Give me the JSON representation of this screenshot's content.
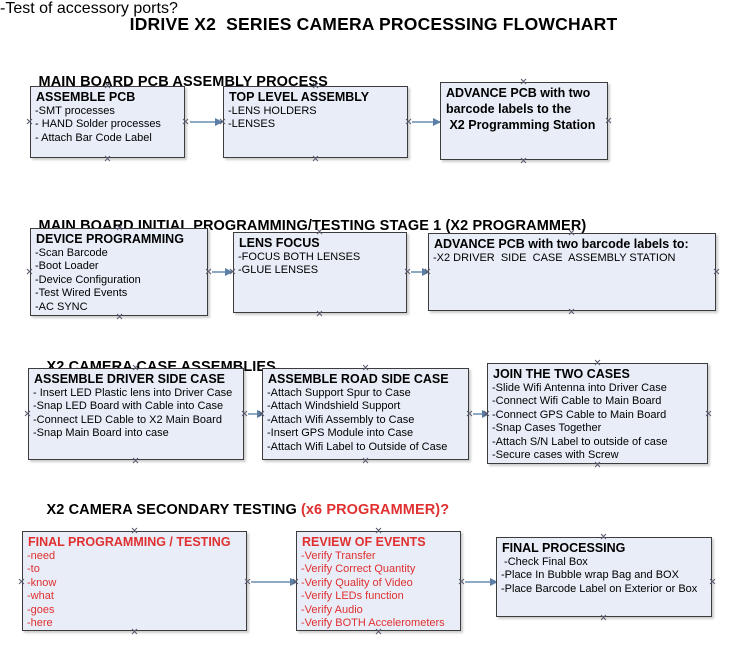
{
  "title": "IDRIVE X2  SERIES CAMERA PROCESSING FLOWCHART",
  "colors": {
    "box_fill": "#e8edf7",
    "box_border": "#3c3c3c",
    "arrow": "#8ea9c4",
    "red_text": "#e03030",
    "black_text": "#000000"
  },
  "sections": [
    {
      "header": "MAIN BOARD PCB ASSEMBLY PROCESS",
      "header_accent": "",
      "boxes": [
        {
          "title": "ASSEMBLE PCB",
          "lines": [
            "-SMT processes",
            "- HAND Solder processes",
            "- Attach Bar Code Label"
          ]
        },
        {
          "title": "TOP LEVEL ASSEMBLY",
          "lines": [
            "-LENS HOLDERS",
            "-LENSES"
          ]
        },
        {
          "title": "ADVANCE PCB with two",
          "lines": [
            "barcode labels to the",
            " X2 Programming Station"
          ]
        }
      ]
    },
    {
      "header": "MAIN BOARD INITIAL PROGRAMMING/TESTING STAGE 1 (X2 PROGRAMMER)",
      "header_accent": "",
      "boxes": [
        {
          "title": "DEVICE PROGRAMMING",
          "lines": [
            "-Scan Barcode",
            "-Boot Loader",
            "-Device Configuration",
            "-Test Wired Events",
            "-AC SYNC"
          ]
        },
        {
          "title": "LENS FOCUS",
          "lines": [
            "-FOCUS BOTH LENSES",
            "-GLUE LENSES"
          ]
        },
        {
          "title": "ADVANCE PCB with two barcode labels to:",
          "lines": [
            "-X2 DRIVER  SIDE  CASE  ASSEMBLY STATION"
          ]
        }
      ]
    },
    {
      "header": "X2 CAMERA CASE ASSEMBLIES",
      "header_accent": "",
      "boxes": [
        {
          "title": "ASSEMBLE DRIVER SIDE CASE",
          "lines": [
            "- Insert LED Plastic lens into Driver Case",
            "-Snap LED Board with Cable into Case",
            "-Connect LED Cable to X2 Main Board",
            "-Snap Main Board into case"
          ]
        },
        {
          "title": "ASSEMBLE ROAD SIDE CASE",
          "lines": [
            "-Attach Support Spur to Case",
            "-Attach Windshield Support",
            "-Attach Wifi Assembly to Case",
            "-Insert GPS Module into Case",
            "-Attach Wifi Label to Outside of Case"
          ]
        },
        {
          "title": "JOIN THE TWO CASES",
          "lines": [
            "-Slide Wifi Antenna into Driver Case",
            "-Connect Wifi Cable to Main Board",
            "-Connect GPS Cable to Main Board",
            "-Snap Cases Together",
            "-Attach S/N Label to outside of case",
            "-Secure cases with Screw"
          ]
        }
      ]
    },
    {
      "header": "X2 CAMERA SECONDARY TESTING ",
      "header_accent": "(x6 PROGRAMMER)?",
      "boxes": [
        {
          "title": "FINAL PROGRAMMING / TESTING",
          "lines": [
            "-need",
            "-to",
            "-know",
            "-what",
            "-goes",
            "-here"
          ]
        },
        {
          "title": "REVIEW OF EVENTS",
          "lines": [
            "-Verify Transfer",
            "-Verify Correct Quantity",
            "-Verify Quality of Video",
            "-Verify LEDs function",
            "-Verify Audio",
            "-Verify BOTH Accelerometers"
          ],
          "overflow_line": "-Test of accessory ports?"
        },
        {
          "title": "FINAL PROCESSING",
          "lines": [
            " -Check Final Box",
            "-Place In Bubble wrap Bag and BOX",
            "-Place Barcode Label on Exterior or Box"
          ]
        }
      ]
    }
  ]
}
